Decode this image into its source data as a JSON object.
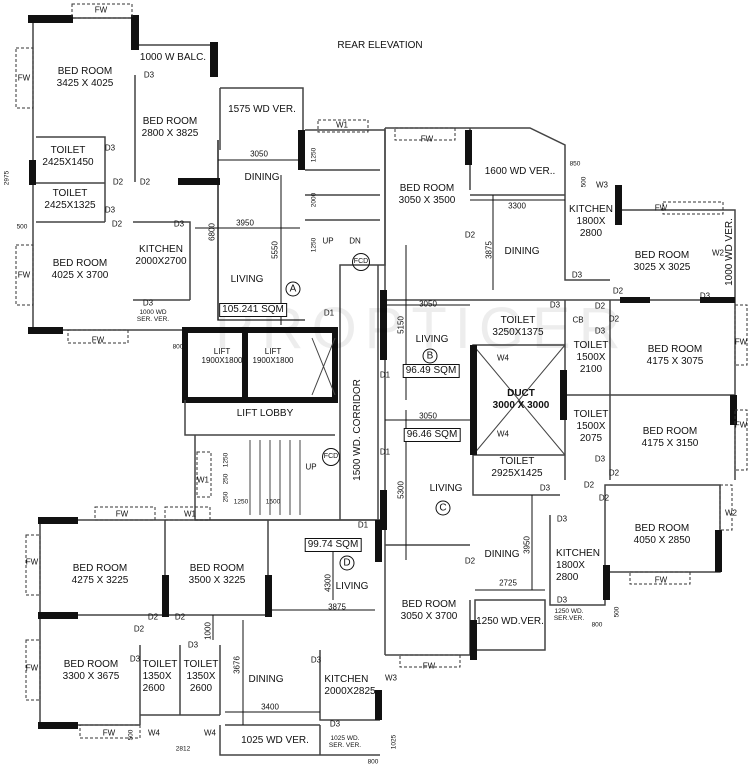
{
  "title": "REAR ELEVATION",
  "watermark": "PROPTIGER",
  "doors": {
    "d1": "D1",
    "d2": "D2",
    "d3": "D3"
  },
  "windows": {
    "fw": "FW",
    "w1": "W1",
    "w2": "W2",
    "w3": "W3",
    "w4": "W4"
  },
  "unit_a": {
    "marker": "A",
    "area": "105.241 SQM",
    "bed1": {
      "name": "BED ROOM",
      "size": "3425 X 4025"
    },
    "balcony": "1000 W BALC.",
    "bed2": {
      "name": "BED ROOM",
      "size": "2800 X 3825"
    },
    "verandah": "1575 WD VER.",
    "toilet1": {
      "name": "TOILET",
      "size": "2425X1450"
    },
    "toilet2": {
      "name": "TOILET",
      "size": "2425X1325"
    },
    "bed3": {
      "name": "BED ROOM",
      "size": "4025 X 3700"
    },
    "kitchen": {
      "name": "KITCHEN",
      "size": "2000X2700"
    },
    "service_verandah": {
      "line1": "1000 WD",
      "line2": "SER. VER."
    },
    "dining": "DINING",
    "living": "LIVING",
    "dims": {
      "dining_width": "3050",
      "living_width": "3950",
      "depth": "6800",
      "living_depth": "5550",
      "side": "2975",
      "offset": "500",
      "lift_offset": "800"
    }
  },
  "core": {
    "lift1": {
      "name": "LIFT",
      "size": "1900X1800"
    },
    "lift2": {
      "name": "LIFT",
      "size": "1900X1800"
    },
    "lobby": "LIFT  LOBBY",
    "corridor": "1500  WD.  CORRIDOR",
    "fcd": "FCD",
    "up": "UP",
    "dn": "DN",
    "stair_dims": {
      "a": "1250",
      "b": "2000",
      "c": "1250",
      "d": "1250",
      "e": "250",
      "f": "250",
      "g": "1250",
      "h": "1500"
    }
  },
  "unit_b": {
    "marker": "B",
    "area": "96.49 SQM",
    "bed1": {
      "name": "BED ROOM",
      "size": "3050 X 3500"
    },
    "verandah": "1600 WD VER..",
    "dining": "DINING",
    "living": "LIVING",
    "kitchen": {
      "name": "KITCHEN",
      "size1": "1800X",
      "size2": "2800"
    },
    "bed2": {
      "name": "BED ROOM",
      "size": "3025 X 3025"
    },
    "verandah2": "1000  WD VER.",
    "toilet": {
      "name": "TOILET",
      "size": "3250X1375"
    },
    "cb": "CB",
    "toilet2": {
      "name": "TOILET",
      "size1": "1500X",
      "size2": "2100"
    },
    "bed3": {
      "name": "BED ROOM",
      "size": "4175 X 3075"
    },
    "dims": {
      "dining_width": "3300",
      "dining_depth": "3875",
      "living_width": "3050",
      "living_depth": "5150",
      "a": "850",
      "b": "500"
    }
  },
  "duct": {
    "name": "DUCT",
    "size": "3000 X 3000"
  },
  "unit_c": {
    "marker": "C",
    "area": "96.46 SQM",
    "living": "LIVING",
    "dining": "DINING",
    "toilet1": {
      "name": "TOILET",
      "size1": "1500X",
      "size2": "2075"
    },
    "bed1": {
      "name": "BED ROOM",
      "size": "4175 X 3150"
    },
    "toilet2": {
      "name": "TOILET",
      "size": "2925X1425"
    },
    "bed2": {
      "name": "BED ROOM",
      "size": "4050 X 2850"
    },
    "kitchen": {
      "name": "KITCHEN",
      "size1": "1800X",
      "size2": "2800"
    },
    "bed3": {
      "name": "BED ROOM",
      "size": "3050 X 3700"
    },
    "verandah": "1250 WD.VER.",
    "service_verandah": {
      "line1": "1250 WD.",
      "line2": "SER.VER."
    },
    "dims": {
      "living_width": "3050",
      "living_depth": "5300",
      "dining_depth": "3950",
      "dining_width": "2725",
      "a": "500",
      "b": "800"
    }
  },
  "unit_d": {
    "marker": "D",
    "area": "99.74 SQM",
    "living": "LIVING",
    "dining": "DINING",
    "bed1": {
      "name": "BED ROOM",
      "size": "4275 X 3225"
    },
    "bed2": {
      "name": "BED ROOM",
      "size": "3500 X 3225"
    },
    "bed3": {
      "name": "BED ROOM",
      "size": "3300 X 3675"
    },
    "toilet1": {
      "name": "TOILET",
      "size1": "1350X",
      "size2": "2600"
    },
    "toilet2": {
      "name": "TOILET",
      "size1": "1350X",
      "size2": "2600"
    },
    "kitchen": {
      "name": "KITCHEN",
      "size": "2000X2825"
    },
    "verandah": "1025 WD VER.",
    "service_verandah": {
      "line1": "1025 WD.",
      "line2": "SER. VER."
    },
    "dims": {
      "living_depth": "4300",
      "living_width": "3875",
      "dining_depth": "3676",
      "dining_width": "3400",
      "passage": "1000",
      "toilets": "2812",
      "a": "500",
      "b": "1025",
      "c": "800"
    }
  }
}
